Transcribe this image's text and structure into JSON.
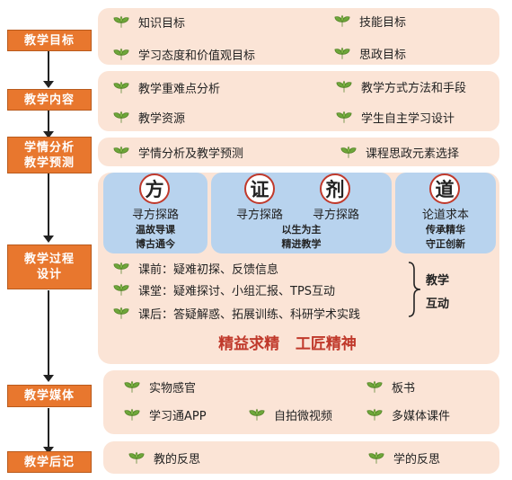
{
  "rows": [
    {
      "label": "教学目标",
      "items": [
        "知识目标",
        "技能目标",
        "学习态度和价值观目标",
        "思政目标"
      ]
    },
    {
      "label": "教学内容",
      "items": [
        "教学重难点分析",
        "教学方式方法和手段",
        "教学资源",
        "学生自主学习设计"
      ]
    },
    {
      "label": "学情分析\n教学预测",
      "items": [
        "学情分析及教学预测",
        "课程思政元素选择"
      ]
    },
    {
      "label": "教学过程\n设计"
    },
    {
      "label": "教学媒体",
      "items": [
        "实物感官",
        "板书",
        "学习通APP",
        "自拍微视频",
        "多媒体课件"
      ]
    },
    {
      "label": "教学后记",
      "items": [
        "教的反思",
        "学的反思"
      ]
    }
  ],
  "process": {
    "cards": [
      {
        "char": "方",
        "sub": "寻方探路",
        "motto": "温故导课\n博古通今"
      },
      {
        "char": "证",
        "sub": "寻方探路"
      },
      {
        "char": "剂",
        "sub": "寻方探路"
      },
      {
        "char": "道",
        "sub": "论道求本",
        "motto": "传承精华\n守正创新"
      }
    ],
    "middle_motto": "以生为主\n精进教学",
    "steps": [
      "课前：疑难初探、反馈信息",
      "课堂：疑难探讨、小组汇报、TPS互动",
      "课后：答疑解惑、拓展训练、科研学术实践"
    ],
    "interaction": "教学\n互动",
    "slogan": "精益求精   工匠精神"
  },
  "colors": {
    "label_bg": "#e8772e",
    "panel_bg": "#fbe4d6",
    "card_bg": "#b8d3ee",
    "slogan": "#c0392b",
    "leaf": "#6ea63a"
  }
}
